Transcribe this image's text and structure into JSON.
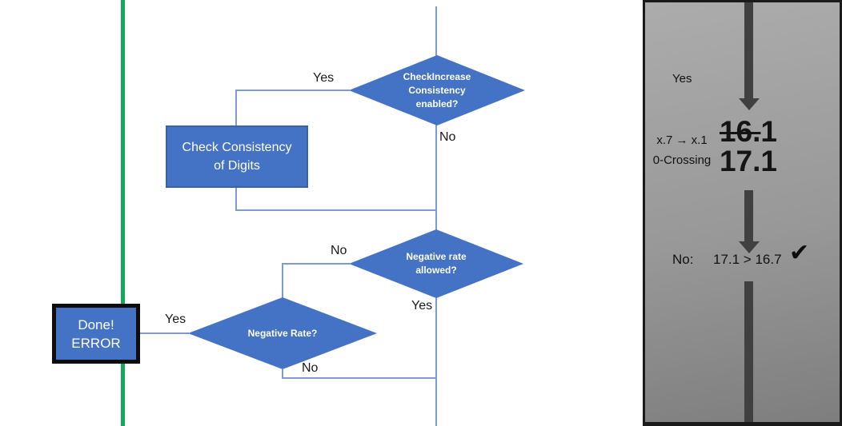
{
  "colors": {
    "shape_blue": "#4472C4",
    "shape_border_blue": "#3A62AE",
    "connector_blue": "#7D9BCF",
    "green_line": "#0FA95A",
    "arrow_gray": "#404040",
    "panel_border": "#1A1A1A"
  },
  "flowchart": {
    "decision1": {
      "line1": "CheckIncrease",
      "line2": "Consistency",
      "line3": "enabled?"
    },
    "label_yes1": "Yes",
    "label_no1": "No",
    "process1": {
      "line1": "Check Consistency",
      "line2": "of Digits"
    },
    "decision2": {
      "line1": "Negative rate",
      "line2": "allowed?"
    },
    "label_no2": "No",
    "label_yes2": "Yes",
    "decision3": {
      "line1": "Negative Rate?"
    },
    "label_yes3": "Yes",
    "label_no3": "No",
    "terminal": {
      "line1": "Done!",
      "line2": "ERROR"
    }
  },
  "panel": {
    "label_yes": "Yes",
    "annotation1": "x.7 → x.1",
    "annotation2": "0-Crossing",
    "old_value_struck": "16.",
    "old_value_rest": "1",
    "new_value": "17.1",
    "result_label": "No:",
    "result_value": "17.1 > 16.7",
    "checkmark": "✔"
  }
}
